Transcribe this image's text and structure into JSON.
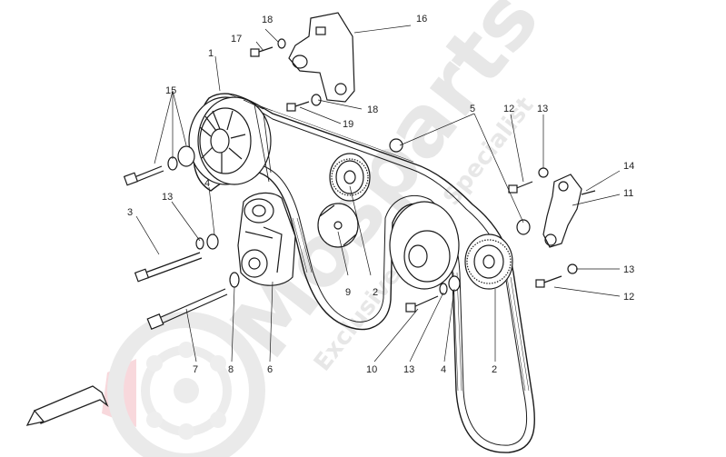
{
  "watermark": {
    "brand": "Mosparts",
    "tagline": "Exclusive Parts Specialist",
    "brand_color": "#d8d8d8",
    "logo_accent": "#f2b8c0"
  },
  "diagram": {
    "title": "",
    "callouts": {
      "c1": "1",
      "c2a": "2",
      "c2b": "2",
      "c3": "3",
      "c4a": "4",
      "c4b": "4",
      "c5": "5",
      "c6": "6",
      "c7": "7",
      "c8": "8",
      "c9": "9",
      "c10": "10",
      "c11": "11",
      "c12a": "12",
      "c12b": "12",
      "c13a": "13",
      "c13b": "13",
      "c13c": "13",
      "c13d": "13",
      "c14": "14",
      "c15": "15",
      "c16": "16",
      "c17": "17",
      "c18a": "18",
      "c18b": "18",
      "c19": "19"
    },
    "direction_arrow": "front-direction-arrow"
  }
}
